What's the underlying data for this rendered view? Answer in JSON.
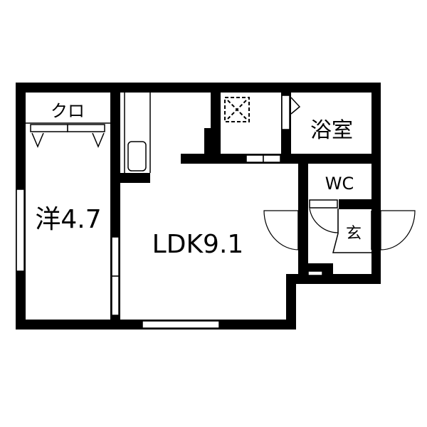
{
  "floor_plan": {
    "rooms": {
      "closet": {
        "label": "クロ"
      },
      "western_room": {
        "label": "洋4.7"
      },
      "ldk": {
        "label": "LDK9.1"
      },
      "bathroom": {
        "label": "浴室"
      },
      "toilet": {
        "label": "WC"
      },
      "entrance": {
        "label": "玄"
      }
    },
    "colors": {
      "wall": "#000000",
      "background": "#ffffff"
    }
  }
}
